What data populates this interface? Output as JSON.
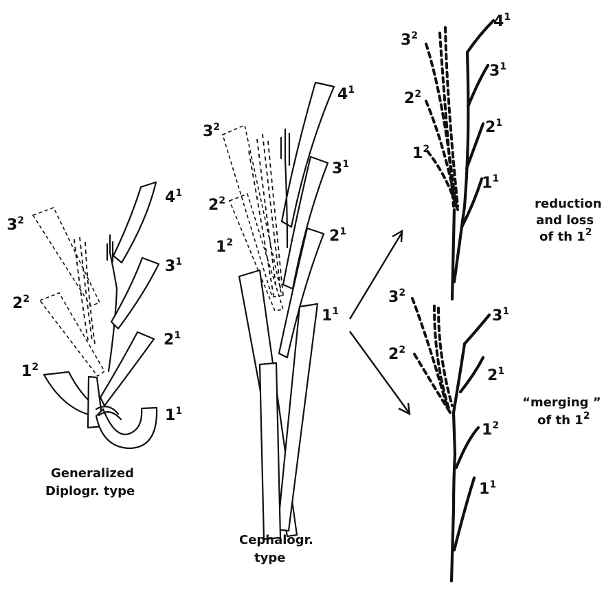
{
  "panels": {
    "generalized": {
      "caption_line1": "Generalized",
      "caption_line2": "Diplogr. type",
      "labels": {
        "th4_1": {
          "base": "4",
          "sup": "1"
        },
        "th3_1": {
          "base": "3",
          "sup": "1"
        },
        "th2_1": {
          "base": "2",
          "sup": "1"
        },
        "th1_1": {
          "base": "1",
          "sup": "1"
        },
        "th3_2": {
          "base": "3",
          "sup": "2"
        },
        "th2_2": {
          "base": "2",
          "sup": "2"
        },
        "th1_2": {
          "base": "1",
          "sup": "2"
        }
      }
    },
    "cephalograptus": {
      "caption_line1": "Cephalogr.",
      "caption_line2": "type",
      "labels": {
        "th4_1": {
          "base": "4",
          "sup": "1"
        },
        "th3_1": {
          "base": "3",
          "sup": "1"
        },
        "th2_1": {
          "base": "2",
          "sup": "1"
        },
        "th1_1": {
          "base": "1",
          "sup": "1"
        },
        "th3_2": {
          "base": "3",
          "sup": "2"
        },
        "th2_2": {
          "base": "2",
          "sup": "2"
        },
        "th1_2": {
          "base": "1",
          "sup": "2"
        }
      }
    },
    "reduction": {
      "caption_line1": "reduction",
      "caption_line2": "and loss",
      "caption_line3_main": "of th 1",
      "caption_line3_sup": "2",
      "labels": {
        "th4_1": {
          "base": "4",
          "sup": "1"
        },
        "th3_1": {
          "base": "3",
          "sup": "1"
        },
        "th2_1": {
          "base": "2",
          "sup": "1"
        },
        "th1_1": {
          "base": "1",
          "sup": "1"
        },
        "th3_2": {
          "base": "3",
          "sup": "2"
        },
        "th2_2": {
          "base": "2",
          "sup": "2"
        },
        "th1_2": {
          "base": "1",
          "sup": "2"
        }
      }
    },
    "merging": {
      "caption_line1": "“merging ”",
      "caption_line2_main": "of th 1",
      "caption_line2_sup": "2",
      "labels": {
        "th3_1": {
          "base": "3",
          "sup": "1"
        },
        "th2_1": {
          "base": "2",
          "sup": "1"
        },
        "th1_2": {
          "base": "1",
          "sup": "2"
        },
        "th1_1": {
          "base": "1",
          "sup": "1"
        },
        "th3_2": {
          "base": "3",
          "sup": "2"
        },
        "th2_2": {
          "base": "2",
          "sup": "2"
        }
      }
    }
  }
}
